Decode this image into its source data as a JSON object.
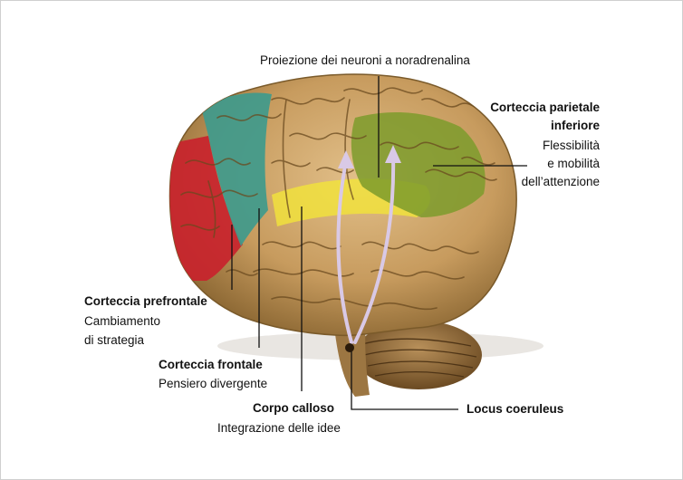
{
  "labels": {
    "projection": "Proiezione dei neuroni a noradrenalina",
    "parietal": {
      "title_line1": "Corteccia parietale",
      "title_line2": "inferiore",
      "desc_line1": "Flessibilità",
      "desc_line2": "e mobilità",
      "desc_line3": "dell’attenzione"
    },
    "prefrontal": {
      "title": "Corteccia prefrontale",
      "desc_line1": "Cambiamento",
      "desc_line2": "di strategia"
    },
    "frontal": {
      "title": "Corteccia frontale",
      "desc": "Pensiero divergente"
    },
    "callosum": {
      "title": "Corpo calloso",
      "desc": "Integrazione delle idee"
    },
    "locus": {
      "title": "Locus coeruleus"
    }
  },
  "colors": {
    "prefrontal_region": "#c8232c",
    "frontal_region": "#3f9a8c",
    "callosum_region": "#f2e33a",
    "parietal_region": "#7d9b2c",
    "brain_tissue": "#c9a46a",
    "arrows": "#d9c9e6"
  }
}
